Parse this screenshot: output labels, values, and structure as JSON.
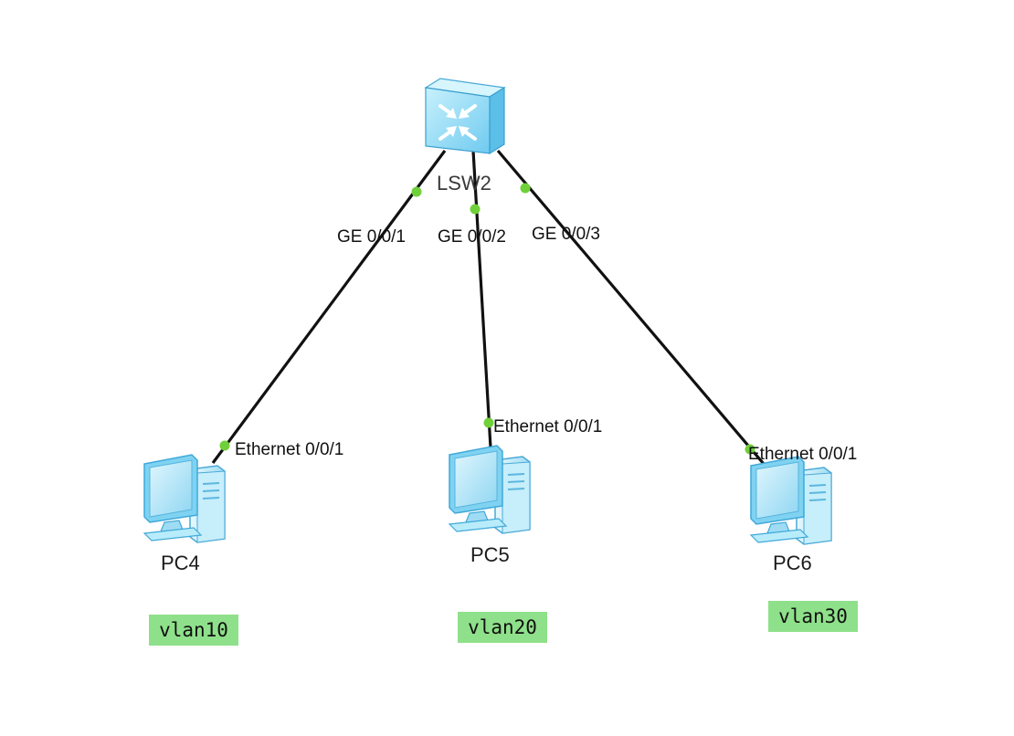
{
  "colors": {
    "link": "#111111",
    "port_dot": "#6fd03a",
    "vlan_badge": "#8fe08a",
    "device_light": "#b9ecfb",
    "device_mid": "#7fd2f1",
    "device_dark": "#3fa9d9"
  },
  "switch": {
    "name": "LSW2",
    "icon": "switch-icon"
  },
  "pcs": [
    {
      "name": "PC4",
      "icon": "pc-icon",
      "port": "Ethernet 0/0/1",
      "switch_port": "GE 0/0/1",
      "vlan": "vlan10"
    },
    {
      "name": "PC5",
      "icon": "pc-icon",
      "port": "Ethernet 0/0/1",
      "switch_port": "GE 0/0/2",
      "vlan": "vlan20"
    },
    {
      "name": "PC6",
      "icon": "pc-icon",
      "port": "Ethernet 0/0/1",
      "switch_port": "GE 0/0/3",
      "vlan": "vlan30"
    }
  ]
}
